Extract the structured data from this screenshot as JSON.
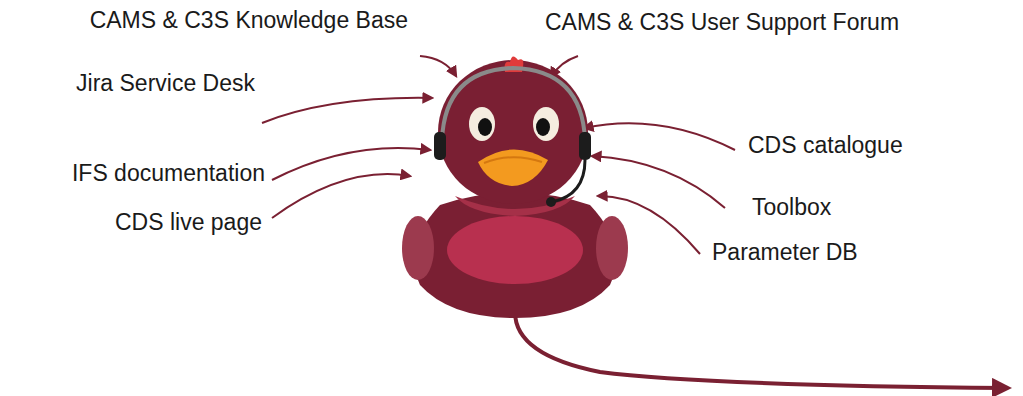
{
  "diagram": {
    "labels": [
      "CAMS & C3S Knowledge Base",
      "CAMS & C3S User Support Forum",
      "Jira Service Desk",
      "CDS catalogue",
      "IFS documentation",
      "Toolbox",
      "CDS live page",
      "Parameter DB"
    ]
  }
}
